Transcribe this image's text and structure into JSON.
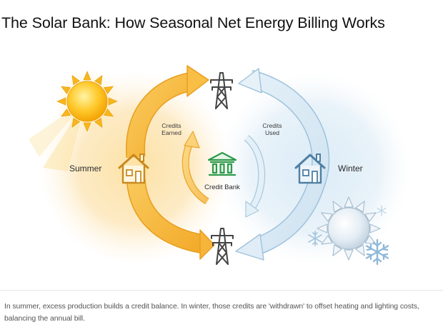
{
  "title": "The Solar Bank: How Seasonal Net Energy Billing Works",
  "diagram": {
    "summer_label": "Summer",
    "winter_label": "Winter",
    "credits_earned_line1": "Credits",
    "credits_earned_line2": "Earned",
    "credits_used_line1": "Credits",
    "credits_used_line2": "Used",
    "bank_label": "Credit Bank",
    "icons": [
      "sun-icon",
      "snow-sun-icon",
      "snowflake-icon",
      "house-icon",
      "bank-icon",
      "transmission-tower-icon"
    ],
    "colors": {
      "summer_arrow": "#f6b93b",
      "winter_arrow": "#d6e8f3",
      "summer_house": "#c88a1e",
      "winter_house": "#4f7fa3",
      "bank": "#2e9a4a",
      "tower": "#444444"
    }
  },
  "caption": "In summer, excess production builds a credit balance. In winter, those credits are 'withdrawn' to offset heating and lighting costs, balancing the annual bill."
}
